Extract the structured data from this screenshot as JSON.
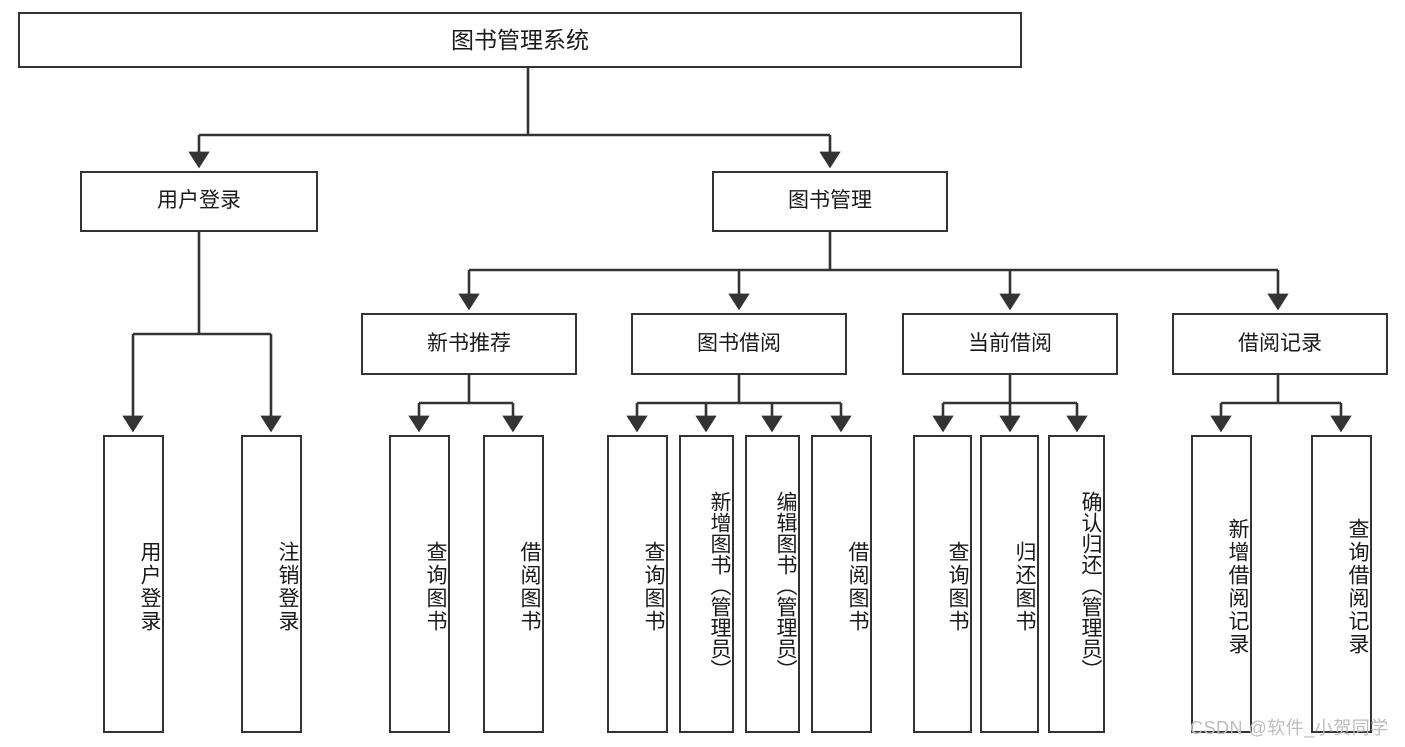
{
  "diagram": {
    "title": "图书管理系统",
    "type": "tree",
    "watermark": "CSDN @软件_小贺同学",
    "colors": {
      "stroke": "#333333",
      "fill": "#ffffff",
      "text": "#1a1a1a",
      "watermark": "#bdbdbd"
    },
    "root": {
      "label": "图书管理系统"
    },
    "level1": [
      {
        "label": "用户登录"
      },
      {
        "label": "图书管理"
      }
    ],
    "level2": [
      {
        "label": "新书推荐"
      },
      {
        "label": "图书借阅"
      },
      {
        "label": "当前借阅"
      },
      {
        "label": "借阅记录"
      }
    ],
    "leaves": {
      "user_login": [
        {
          "label": "用户登录"
        },
        {
          "label": "注销登录"
        }
      ],
      "new_book_recommend": [
        {
          "label": "查询图书"
        },
        {
          "label": "借阅图书"
        }
      ],
      "book_borrow": [
        {
          "label": "查询图书"
        },
        {
          "label": "新增图书（管理员）"
        },
        {
          "label": "编辑图书（管理员）"
        },
        {
          "label": "借阅图书"
        }
      ],
      "current_borrow": [
        {
          "label": "查询图书"
        },
        {
          "label": "归还图书"
        },
        {
          "label": "确认归还（管理员）"
        }
      ],
      "borrow_record": [
        {
          "label": "新增借阅记录"
        },
        {
          "label": "查询借阅记录"
        }
      ]
    }
  }
}
